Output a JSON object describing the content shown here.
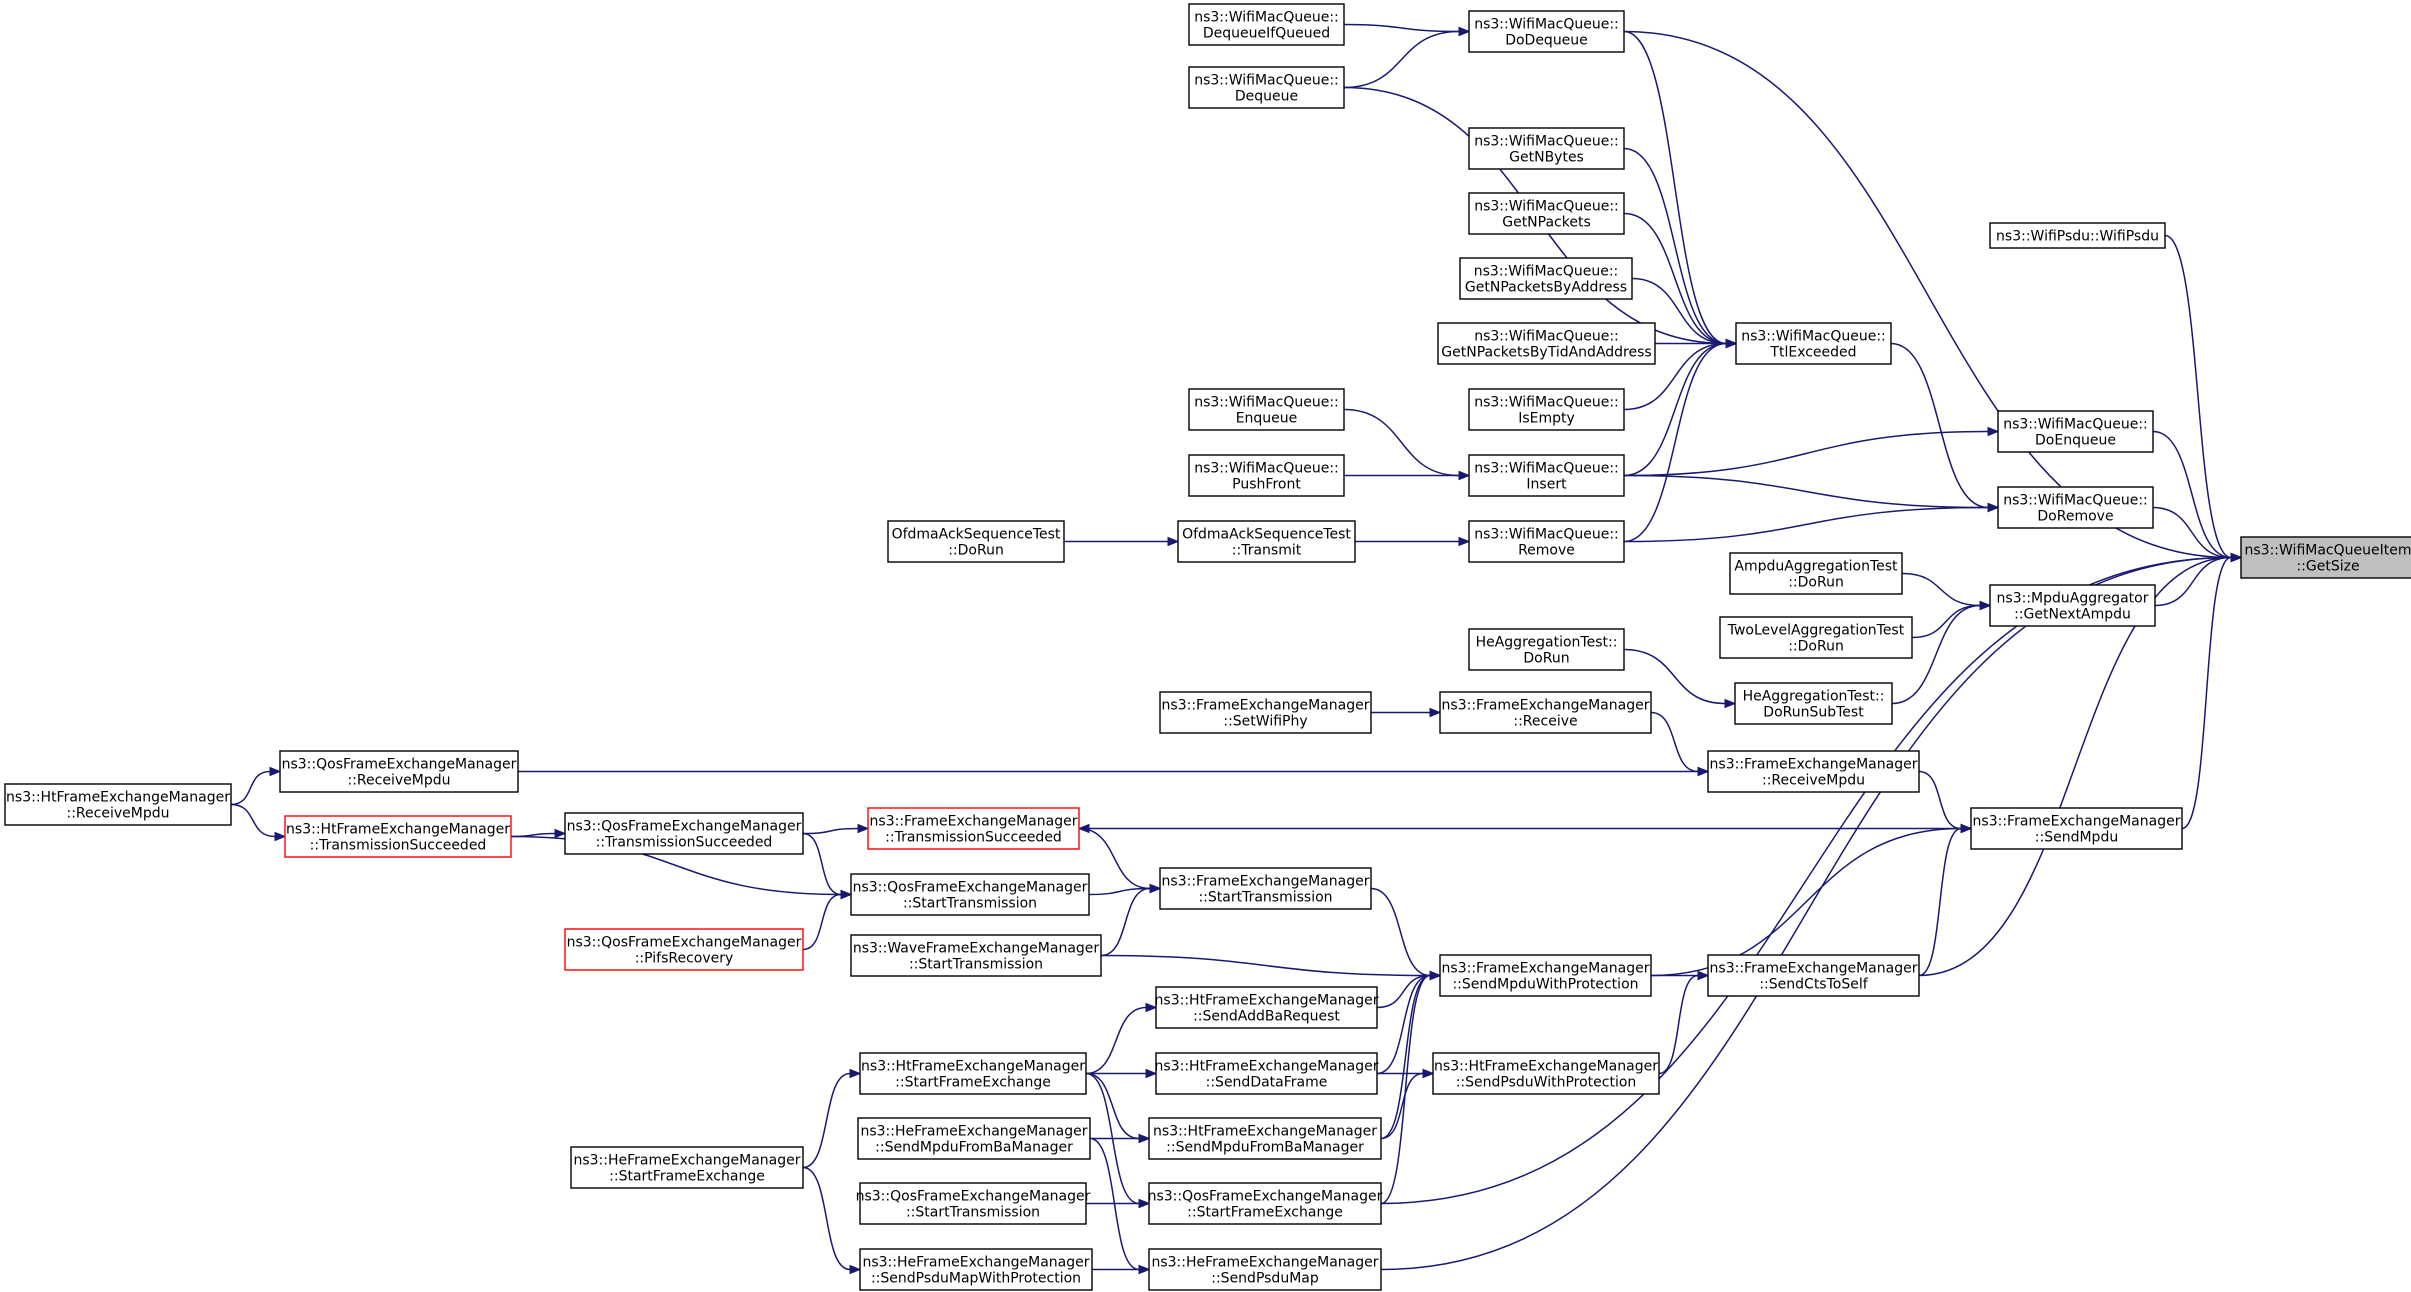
{
  "colors": {
    "edge": "#191970",
    "node_border": "#000000",
    "node_border_incomplete": "#ff0000",
    "node_fill": "#ffffff",
    "focus_fill": "#bfbfbf",
    "text": "#000000"
  },
  "nodes": [
    {
      "id": "getsize",
      "lines": [
        "ns3::WifiMacQueueItem",
        "::GetSize"
      ],
      "focus": true
    },
    {
      "id": "wifipsdu",
      "lines": [
        "ns3::WifiPsdu::WifiPsdu"
      ]
    },
    {
      "id": "dodequeue",
      "lines": [
        "ns3::WifiMacQueue::",
        "DoDequeue"
      ]
    },
    {
      "id": "dequeueifqueued",
      "lines": [
        "ns3::WifiMacQueue::",
        "DequeueIfQueued"
      ]
    },
    {
      "id": "dequeue",
      "lines": [
        "ns3::WifiMacQueue::",
        "Dequeue"
      ]
    },
    {
      "id": "getnbytes",
      "lines": [
        "ns3::WifiMacQueue::",
        "GetNBytes"
      ]
    },
    {
      "id": "getnpackets",
      "lines": [
        "ns3::WifiMacQueue::",
        "GetNPackets"
      ]
    },
    {
      "id": "getnpacketsbyaddress",
      "lines": [
        "ns3::WifiMacQueue::",
        "GetNPacketsByAddress"
      ]
    },
    {
      "id": "getnpacketsbytid",
      "lines": [
        "ns3::WifiMacQueue::",
        "GetNPacketsByTidAndAddress"
      ]
    },
    {
      "id": "ttlexceeded",
      "lines": [
        "ns3::WifiMacQueue::",
        "TtlExceeded"
      ]
    },
    {
      "id": "isempty",
      "lines": [
        "ns3::WifiMacQueue::",
        "IsEmpty"
      ]
    },
    {
      "id": "enqueue",
      "lines": [
        "ns3::WifiMacQueue::",
        "Enqueue"
      ]
    },
    {
      "id": "pushfront",
      "lines": [
        "ns3::WifiMacQueue::",
        "PushFront"
      ]
    },
    {
      "id": "insert",
      "lines": [
        "ns3::WifiMacQueue::",
        "Insert"
      ]
    },
    {
      "id": "remove",
      "lines": [
        "ns3::WifiMacQueue::",
        "Remove"
      ]
    },
    {
      "id": "doenqueue",
      "lines": [
        "ns3::WifiMacQueue::",
        "DoEnqueue"
      ]
    },
    {
      "id": "doremove",
      "lines": [
        "ns3::WifiMacQueue::",
        "DoRemove"
      ]
    },
    {
      "id": "ofdmadorun",
      "lines": [
        "OfdmaAckSequenceTest",
        "::DoRun"
      ]
    },
    {
      "id": "ofdmatransmit",
      "lines": [
        "OfdmaAckSequenceTest",
        "::Transmit"
      ]
    },
    {
      "id": "ampdudorun",
      "lines": [
        "AmpduAggregationTest",
        "::DoRun"
      ]
    },
    {
      "id": "twoleveldorun",
      "lines": [
        "TwoLevelAggregationTest",
        "::DoRun"
      ]
    },
    {
      "id": "getnextampdu",
      "lines": [
        "ns3::MpduAggregator",
        "::GetNextAmpdu"
      ]
    },
    {
      "id": "hedorun",
      "lines": [
        "HeAggregationTest::",
        "DoRun"
      ]
    },
    {
      "id": "hedorunsubtest",
      "lines": [
        "HeAggregationTest::",
        "DoRunSubTest"
      ]
    },
    {
      "id": "setwifiphy",
      "lines": [
        "ns3::FrameExchangeManager",
        "::SetWifiPhy"
      ]
    },
    {
      "id": "receive",
      "lines": [
        "ns3::FrameExchangeManager",
        "::Receive"
      ]
    },
    {
      "id": "femreceivempdu",
      "lines": [
        "ns3::FrameExchangeManager",
        "::ReceiveMpdu"
      ]
    },
    {
      "id": "qosreceivempdu",
      "lines": [
        "ns3::QosFrameExchangeManager",
        "::ReceiveMpdu"
      ]
    },
    {
      "id": "htreceivempdu",
      "lines": [
        "ns3::HtFrameExchangeManager",
        "::ReceiveMpdu"
      ]
    },
    {
      "id": "sendmpdu",
      "lines": [
        "ns3::FrameExchangeManager",
        "::SendMpdu"
      ]
    },
    {
      "id": "femtxsucc",
      "lines": [
        "ns3::FrameExchangeManager",
        "::TransmissionSucceeded"
      ],
      "incomplete": true
    },
    {
      "id": "qostxsucc",
      "lines": [
        "ns3::QosFrameExchangeManager",
        "::TransmissionSucceeded"
      ]
    },
    {
      "id": "httxsucc",
      "lines": [
        "ns3::HtFrameExchangeManager",
        "::TransmissionSucceeded"
      ],
      "incomplete": true
    },
    {
      "id": "femstarttx",
      "lines": [
        "ns3::FrameExchangeManager",
        "::StartTransmission"
      ]
    },
    {
      "id": "qosstarttx",
      "lines": [
        "ns3::QosFrameExchangeManager",
        "::StartTransmission"
      ]
    },
    {
      "id": "pifsrecovery",
      "lines": [
        "ns3::QosFrameExchangeManager",
        "::PifsRecovery"
      ],
      "incomplete": true
    },
    {
      "id": "wavestarttx",
      "lines": [
        "ns3::WaveFrameExchangeManager",
        "::StartTransmission"
      ]
    },
    {
      "id": "sendmpduwithprot",
      "lines": [
        "ns3::FrameExchangeManager",
        "::SendMpduWithProtection"
      ]
    },
    {
      "id": "sendctstoself",
      "lines": [
        "ns3::FrameExchangeManager",
        "::SendCtsToSelf"
      ]
    },
    {
      "id": "sendaddbarequest",
      "lines": [
        "ns3::HtFrameExchangeManager",
        "::SendAddBaRequest"
      ]
    },
    {
      "id": "htstartfe",
      "lines": [
        "ns3::HtFrameExchangeManager",
        "::StartFrameExchange"
      ]
    },
    {
      "id": "senddataframe",
      "lines": [
        "ns3::HtFrameExchangeManager",
        "::SendDataFrame"
      ]
    },
    {
      "id": "sendpsduwithprot",
      "lines": [
        "ns3::HtFrameExchangeManager",
        "::SendPsduWithProtection"
      ]
    },
    {
      "id": "hesendmpdufromba",
      "lines": [
        "ns3::HeFrameExchangeManager",
        "::SendMpduFromBaManager"
      ]
    },
    {
      "id": "htsendmpdufromba",
      "lines": [
        "ns3::HtFrameExchangeManager",
        "::SendMpduFromBaManager"
      ]
    },
    {
      "id": "hestartfe",
      "lines": [
        "ns3::HeFrameExchangeManager",
        "::StartFrameExchange"
      ]
    },
    {
      "id": "qosstarttx2",
      "lines": [
        "ns3::QosFrameExchangeManager",
        "::StartTransmission"
      ]
    },
    {
      "id": "qosstartfe",
      "lines": [
        "ns3::QosFrameExchangeManager",
        "::StartFrameExchange"
      ]
    },
    {
      "id": "hesendpsdumapwithprot",
      "lines": [
        "ns3::HeFrameExchangeManager",
        "::SendPsduMapWithProtection"
      ]
    },
    {
      "id": "hesendpsdumap",
      "lines": [
        "ns3::HeFrameExchangeManager",
        "::SendPsduMap"
      ]
    }
  ],
  "edges": [
    [
      "dodequeue",
      "getsize"
    ],
    [
      "wifipsdu",
      "getsize"
    ],
    [
      "doenqueue",
      "getsize"
    ],
    [
      "doremove",
      "getsize"
    ],
    [
      "getnextampdu",
      "getsize"
    ],
    [
      "sendmpdu",
      "getsize"
    ],
    [
      "sendctstoself",
      "getsize"
    ],
    [
      "qosstartfe",
      "getsize"
    ],
    [
      "hesendpsdumap",
      "getsize"
    ],
    [
      "dequeueifqueued",
      "dodequeue"
    ],
    [
      "dequeue",
      "dodequeue"
    ],
    [
      "dodequeue",
      "ttlexceeded"
    ],
    [
      "dequeue",
      "ttlexceeded"
    ],
    [
      "getnbytes",
      "ttlexceeded"
    ],
    [
      "getnpackets",
      "ttlexceeded"
    ],
    [
      "getnpacketsbyaddress",
      "ttlexceeded"
    ],
    [
      "getnpacketsbytid",
      "ttlexceeded"
    ],
    [
      "isempty",
      "ttlexceeded"
    ],
    [
      "insert",
      "ttlexceeded"
    ],
    [
      "remove",
      "ttlexceeded"
    ],
    [
      "ttlexceeded",
      "doremove"
    ],
    [
      "insert",
      "doenqueue"
    ],
    [
      "insert",
      "doremove"
    ],
    [
      "remove",
      "doremove"
    ],
    [
      "enqueue",
      "insert"
    ],
    [
      "pushfront",
      "insert"
    ],
    [
      "ofdmatransmit",
      "remove"
    ],
    [
      "ofdmadorun",
      "ofdmatransmit"
    ],
    [
      "ampdudorun",
      "getnextampdu"
    ],
    [
      "twoleveldorun",
      "getnextampdu"
    ],
    [
      "hedorunsubtest",
      "getnextampdu"
    ],
    [
      "hedorun",
      "hedorunsubtest"
    ],
    [
      "setwifiphy",
      "receive"
    ],
    [
      "receive",
      "femreceivempdu"
    ],
    [
      "qosreceivempdu",
      "femreceivempdu"
    ],
    [
      "htreceivempdu",
      "qosreceivempdu"
    ],
    [
      "femreceivempdu",
      "sendmpdu"
    ],
    [
      "sendmpdu",
      "femtxsucc"
    ],
    [
      "qostxsucc",
      "femtxsucc"
    ],
    [
      "httxsucc",
      "qostxsucc"
    ],
    [
      "htreceivempdu",
      "httxsucc"
    ],
    [
      "femtxsucc",
      "femstarttx"
    ],
    [
      "qosstarttx",
      "femstarttx"
    ],
    [
      "qostxsucc",
      "qosstarttx"
    ],
    [
      "httxsucc",
      "qosstarttx"
    ],
    [
      "pifsrecovery",
      "qosstarttx"
    ],
    [
      "wavestarttx",
      "femstarttx"
    ],
    [
      "femstarttx",
      "sendmpduwithprot"
    ],
    [
      "wavestarttx",
      "sendmpduwithprot"
    ],
    [
      "sendmpduwithprot",
      "sendmpdu"
    ],
    [
      "sendctstoself",
      "sendmpdu"
    ],
    [
      "sendmpduwithprot",
      "sendctstoself"
    ],
    [
      "sendaddbarequest",
      "sendmpduwithprot"
    ],
    [
      "senddataframe",
      "sendmpduwithprot"
    ],
    [
      "qosstartfe",
      "sendmpduwithprot"
    ],
    [
      "htsendmpdufromba",
      "sendmpduwithprot"
    ],
    [
      "sendpsduwithprot",
      "sendctstoself"
    ],
    [
      "senddataframe",
      "sendpsduwithprot"
    ],
    [
      "htsendmpdufromba",
      "sendpsduwithprot"
    ],
    [
      "htstartfe",
      "sendaddbarequest"
    ],
    [
      "htstartfe",
      "senddataframe"
    ],
    [
      "htstartfe",
      "htsendmpdufromba"
    ],
    [
      "htstartfe",
      "qosstartfe"
    ],
    [
      "hesendmpdufromba",
      "htsendmpdufromba"
    ],
    [
      "hestartfe",
      "htstartfe"
    ],
    [
      "hestartfe",
      "hesendpsdumapwithprot"
    ],
    [
      "qosstarttx2",
      "qosstartfe"
    ],
    [
      "hesendpsdumapwithprot",
      "hesendpsdumap"
    ],
    [
      "hesendmpdufromba",
      "hesendpsdumap"
    ]
  ]
}
